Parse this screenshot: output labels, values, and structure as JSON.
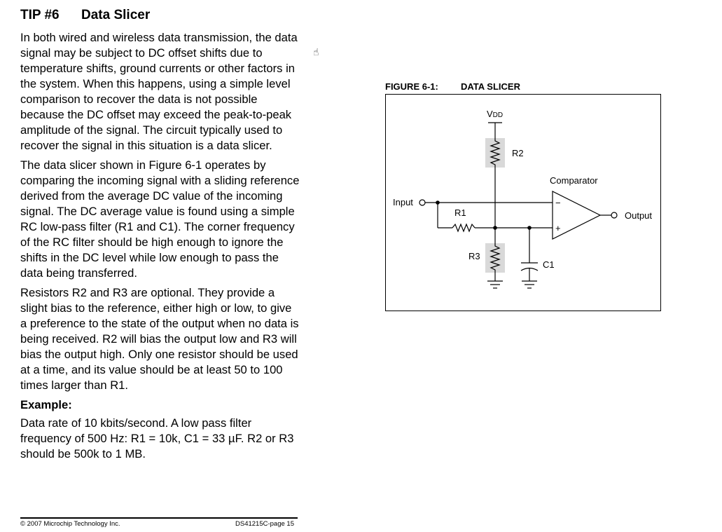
{
  "heading": {
    "tip_number": "TIP #6",
    "title": "Data Slicer"
  },
  "body": {
    "paragraphs": [
      "In both wired and wireless data transmission, the data signal may be subject to DC offset shifts due to temperature shifts, ground currents or other factors in the system. When this happens, using a simple level comparison to recover the data is not possible because the DC offset may exceed the peak-to-peak amplitude of the signal. The circuit typically used to recover the signal in this situation is a data slicer.",
      "The data slicer shown in Figure 6-1 operates by comparing the incoming signal with a sliding reference derived from the average DC value of the incoming signal. The DC average value is found using a simple RC low-pass filter (R1 and C1). The corner frequency of the RC filter should be high enough to ignore the shifts in the DC level while low enough to pass the data being transferred.",
      "Resistors R2 and R3 are optional. They provide a slight bias to the reference, either high or low, to give a preference to the state of the output when no data is being received. R2 will bias the output low and R3 will bias the output high. Only one resistor should be used at a time, and its value should be at least 50 to 100 times larger than R1."
    ],
    "example_heading": "Example:",
    "example_text": "Data rate of 10 kbits/second. A low pass filter frequency of 500 Hz: R1 = 10k, C1 = 33 µF. R2 or R3 should be 500k to 1 MB."
  },
  "figure": {
    "caption_number": "FIGURE 6-1:",
    "caption_title": "DATA SLICER",
    "labels": {
      "vdd_v": "V",
      "vdd_dd": "DD",
      "r2": "R2",
      "r1": "R1",
      "r3": "R3",
      "c1": "C1",
      "input": "Input",
      "output": "Output",
      "comparator": "Comparator",
      "minus": "−",
      "plus": "+"
    },
    "colors": {
      "resistor_fill": "#d9d9d9",
      "line": "#000000"
    }
  },
  "footer": {
    "copyright": "© 2007 Microchip Technology Inc.",
    "page": "DS41215C-page 15"
  }
}
